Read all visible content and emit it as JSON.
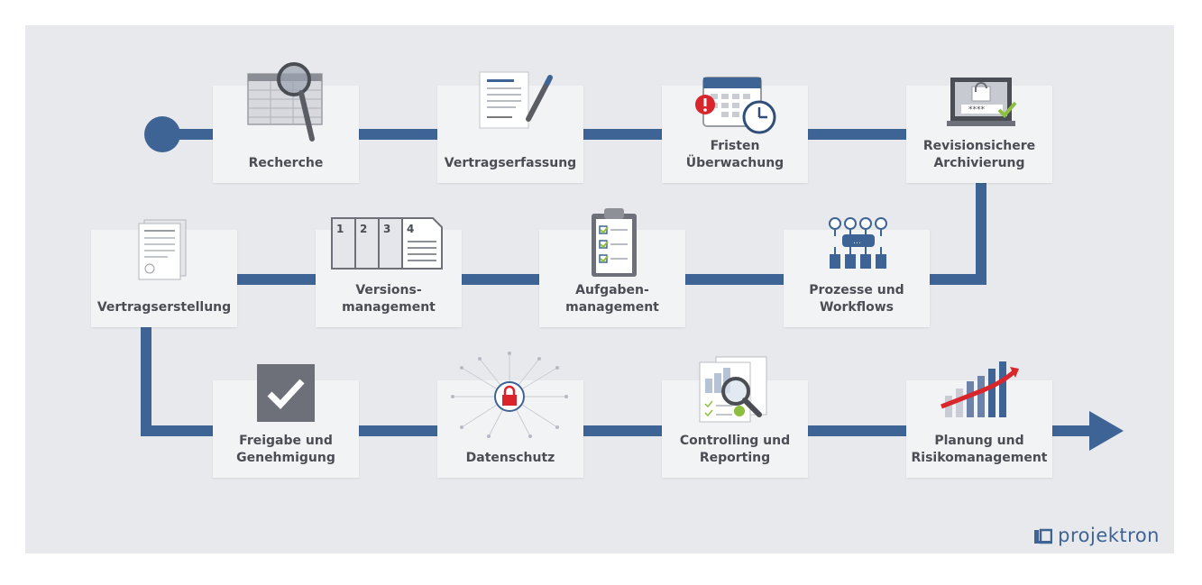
{
  "steps": [
    {
      "label": "Recherche",
      "icon": "magnifier-table-icon"
    },
    {
      "label": "Vertragserfassung",
      "icon": "document-pen-icon"
    },
    {
      "label": "Fristen\nÜberwachung",
      "icon": "calendar-clock-icon"
    },
    {
      "label": "Revisionsichere\nArchivierung",
      "icon": "lock-screen-icon"
    },
    {
      "label": "Vertragserstellung",
      "icon": "contract-document-icon"
    },
    {
      "label": "Versions-\nmanagement",
      "icon": "numbered-documents-icon"
    },
    {
      "label": "Aufgaben-\nmanagement",
      "icon": "clipboard-checklist-icon"
    },
    {
      "label": "Prozesse und\nWorkflows",
      "icon": "workflow-network-icon"
    },
    {
      "label": "Freigabe und\nGenehmigung",
      "icon": "checkmark-icon"
    },
    {
      "label": "Datenschutz",
      "icon": "circuit-lock-icon"
    },
    {
      "label": "Controlling und\nReporting",
      "icon": "report-magnifier-icon"
    },
    {
      "label": "Planung und\nRisikomanagement",
      "icon": "growth-chart-icon"
    }
  ],
  "brand": {
    "name": "projektron"
  },
  "colors": {
    "accent": "#3e6395",
    "panel": "#e8e9ec",
    "card": "#f2f3f5",
    "alert": "#d8262c",
    "check": "#8dbf3f"
  }
}
